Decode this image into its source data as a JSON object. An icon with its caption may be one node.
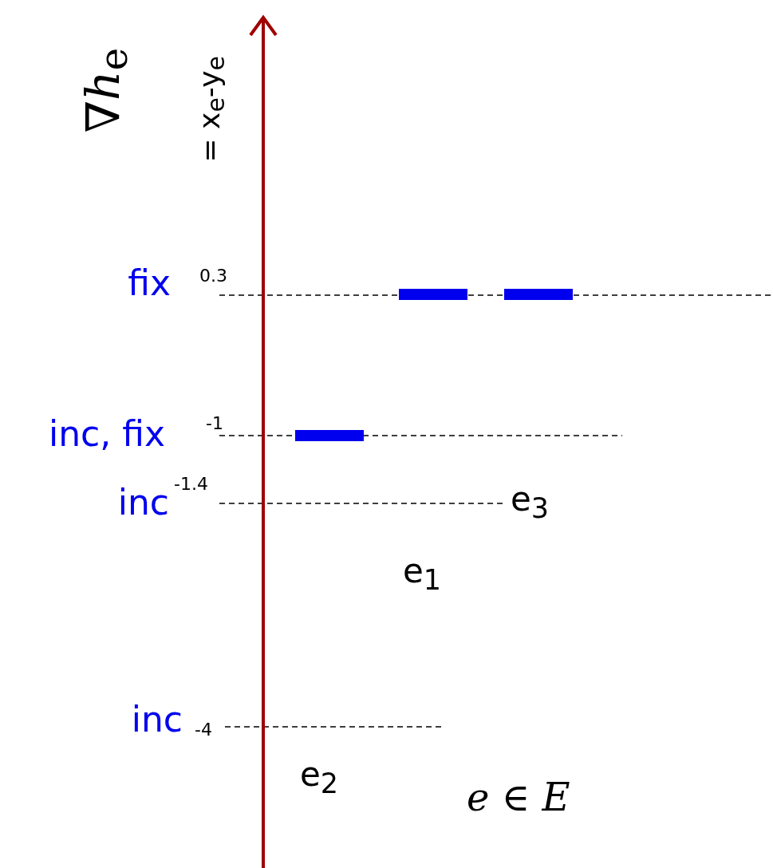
{
  "diagram": {
    "labels": [
      "∇*h*$_{e}$",
      "= x$_{e}$-y$_{e}$",
      "fix",
      "0.3",
      "inc, fix",
      "-1",
      "inc",
      "-1.4",
      "e$_{3}$",
      "e$_{1}$",
      "inc",
      "-4",
      "e$_{2}$",
      "*e* ∈ *E*"
    ]
  }
}
